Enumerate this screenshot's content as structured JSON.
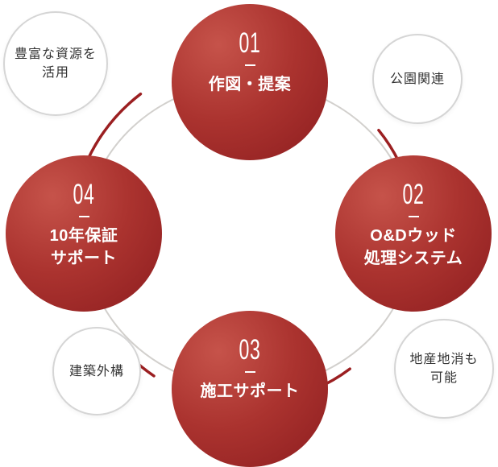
{
  "diagram": {
    "colors": {
      "background": "#ffffff",
      "step_gradient_light": "#c6534a",
      "step_gradient_mid": "#ab332f",
      "step_gradient_dark": "#8d1d1f",
      "ring": "#d2d0cd",
      "arrow": "#9b1f21",
      "satellite_border": "#d5d5d5",
      "satellite_bg": "#ffffff",
      "satellite_text": "#333333",
      "step_text": "#ffffff"
    },
    "steps": [
      {
        "number": "01",
        "line1": "作図・提案"
      },
      {
        "number": "02",
        "line1": "O&Dウッド",
        "line2": "処理システム"
      },
      {
        "number": "03",
        "line1": "施工サポート"
      },
      {
        "number": "04",
        "line1": "10年保証",
        "line2": "サポート"
      }
    ],
    "satellites": [
      {
        "line1": "豊富な資源を",
        "line2": "活用"
      },
      {
        "line1": "公園関連"
      },
      {
        "line1": "建築外構"
      },
      {
        "line1": "地産地消も",
        "line2": "可能"
      }
    ]
  }
}
